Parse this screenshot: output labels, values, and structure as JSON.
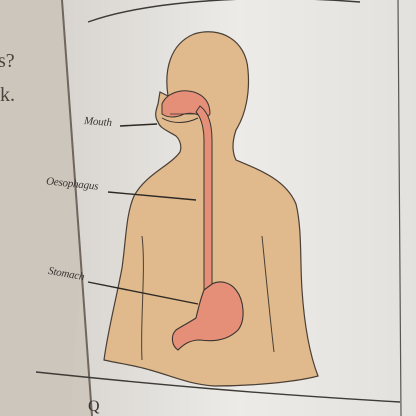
{
  "diagram": {
    "labels": {
      "mouth": "Mouth",
      "oesophagus": "Oesophagus",
      "stomach": "Stomach"
    }
  },
  "page_fragments": {
    "left_top": "s?",
    "left_mid": "k.",
    "bottom": "Q"
  },
  "colors": {
    "body_fill": "#e0b98c",
    "organ_fill": "#e58f78",
    "outline": "#3a3430",
    "page": "#e9e6e1"
  }
}
